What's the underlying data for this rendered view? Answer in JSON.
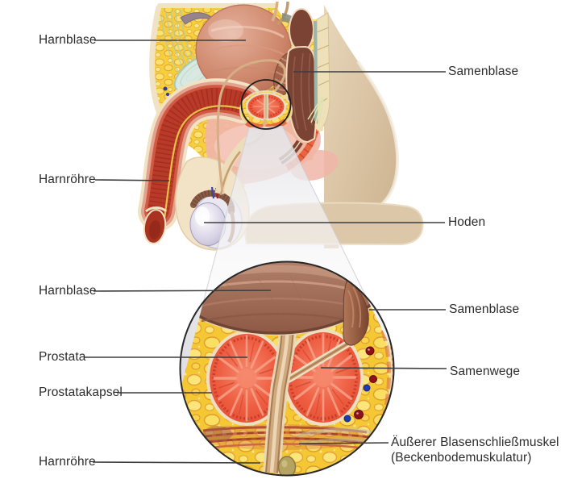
{
  "overview_labels": {
    "harnblase": "Harnblase",
    "samenblase": "Samenblase",
    "harnroehre": "Harnröhre",
    "hoden": "Hoden"
  },
  "detail_labels": {
    "harnblase": "Harnblase",
    "samenblase": "Samenblase",
    "prostata": "Prostata",
    "samenwege": "Samenwege",
    "prostatakapsel": "Prostatakapsel",
    "blasenschliessmuskel_line1": "Äußerer Blasenschließmuskel",
    "blasenschliessmuskel_line2": "(Beckenbodemuskulatur)",
    "harnroehre": "Harnröhre"
  },
  "colors": {
    "background": "#ffffff",
    "label_text": "#2c2c2c",
    "leader_line": "#3d3d3d",
    "fat_yellow": "#f5cf3c",
    "bladder_pink": "#c98164",
    "bladder_detail_brown": "#a06c57",
    "prostate_red": "#ee5d41",
    "capsule_cream": "#eedec2",
    "urethra_tan": "#c9a176",
    "body_beige": "#d9c4a4",
    "circle_outline": "#282828"
  }
}
